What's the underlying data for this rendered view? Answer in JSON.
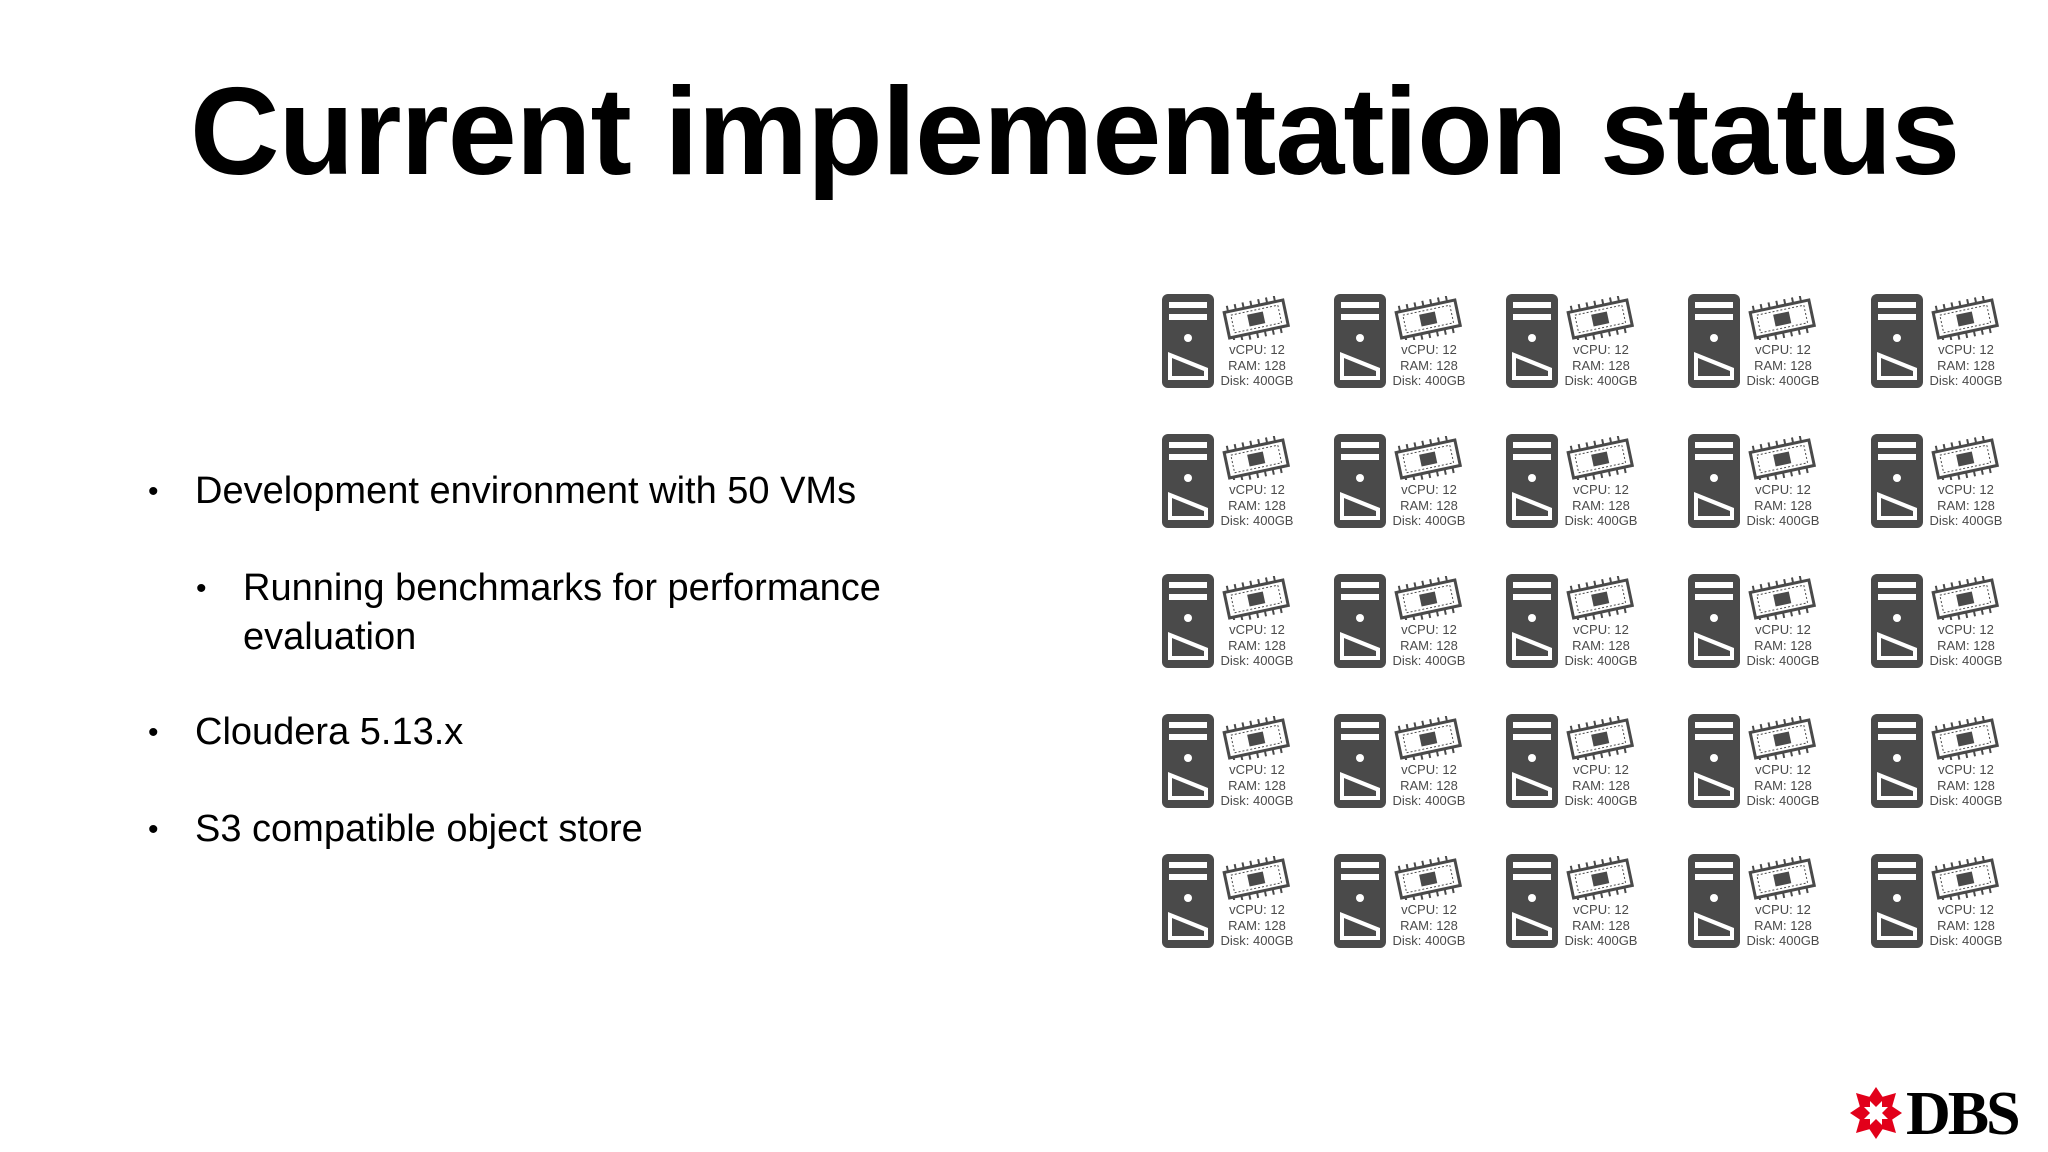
{
  "slide": {
    "title": "Current implementation status"
  },
  "bullets": [
    {
      "text": "Development environment with 50 VMs",
      "level": 1
    },
    {
      "text": "Running benchmarks for performance evaluation",
      "level": 2
    },
    {
      "text": "Cloudera 5.13.x",
      "level": 1
    },
    {
      "text": "S3 compatible object store",
      "level": 1
    }
  ],
  "bullet_glyph": "•",
  "vm_grid": {
    "rows": 5,
    "cols": 5,
    "icon": "server-tower-icon",
    "memory_icon": "memory-chip-icon",
    "vm": {
      "vcpu": "vCPU: 12",
      "ram": "RAM: 128",
      "disk": "Disk: 400GB"
    },
    "icon_color": "#4a4a4a"
  },
  "logo": {
    "text": "DBS",
    "icon": "dbs-star-icon",
    "color": "#e2001a"
  }
}
